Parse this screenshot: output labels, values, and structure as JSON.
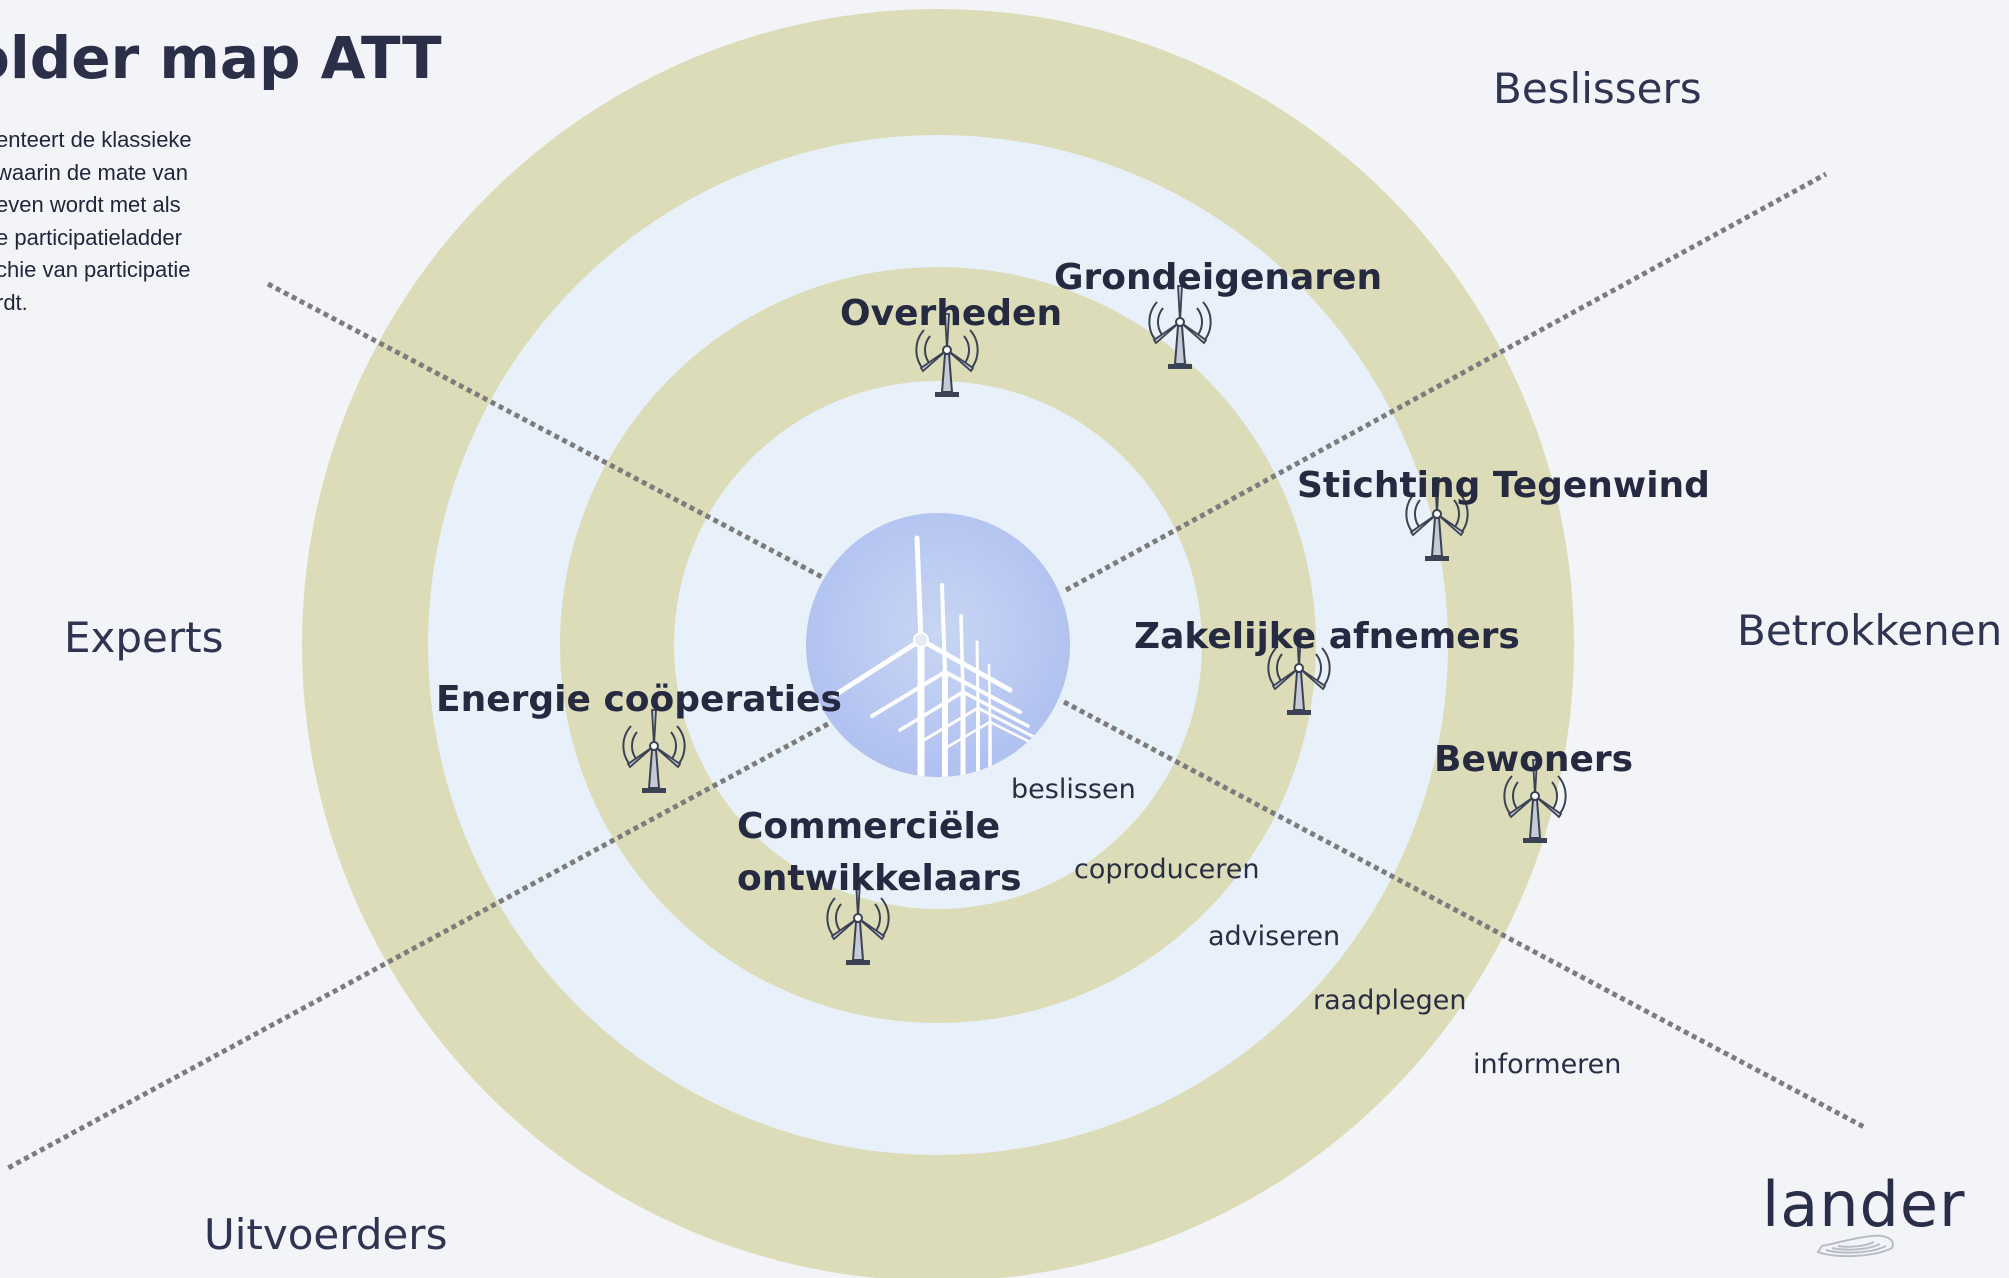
{
  "title": "older map ATT",
  "description_lines": [
    "enteert de klassieke",
    "waarin de mate van",
    "even wordt met als",
    "e participatieladder",
    "chie van participatie",
    "rdt."
  ],
  "quadrants": {
    "top_right": "Beslissers",
    "right": "Betrokkenen",
    "left": "Experts",
    "bottom_left": "Uitvoerders"
  },
  "stakeholders": {
    "overheden": "Overheden",
    "grondeigenaren": "Grondeigenaren",
    "stichting": "Stichting Tegenwind",
    "zakelijke": "Zakelijke afnemers",
    "energie": "Energie coöperaties",
    "commercieel_1": "Commerciële",
    "commercieel_2": "ontwikkelaars",
    "bewoners": "Bewoners"
  },
  "levels": {
    "beslissen": "beslissen",
    "coproduceren": "coproduceren",
    "adviseren": "adviseren",
    "raadplegen": "raadplegen",
    "informeren": "informeren"
  },
  "logo_text": "lander",
  "icons": {
    "turbine": "wind-turbine-icon",
    "center_image": "wind-turbines-photo",
    "logo_mark": "hand-logo-mark"
  },
  "colors": {
    "background": "#f2f4f8",
    "ring_band": "#dcdcb8",
    "ring_gap": "#e8f0f9",
    "center_circle": "#b7c9ef",
    "divider": "#7c7c7c",
    "text": "#22263b"
  }
}
